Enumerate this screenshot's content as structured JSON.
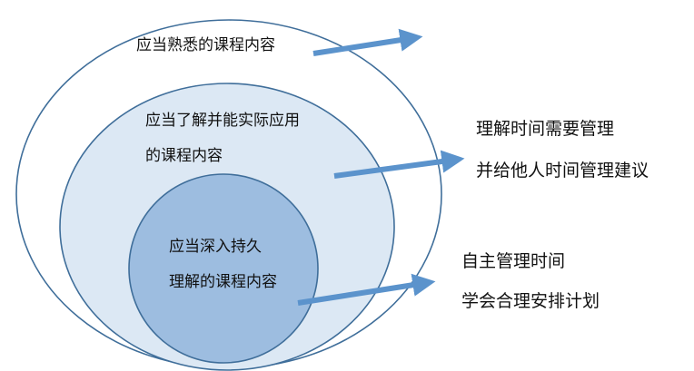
{
  "colors": {
    "outer_fill": "#ffffff",
    "middle_fill": "#dce8f4",
    "inner_fill": "#9dbde0",
    "circle_stroke": "#3f6e9a",
    "arrow": "#5b93cc",
    "text": "#111111"
  },
  "circles": {
    "outer": {
      "label": "应当熟悉的课程内容"
    },
    "middle": {
      "line1": "应当了解并能实际应用",
      "line2": "的课程内容"
    },
    "inner": {
      "line1": "应当深入持久",
      "line2": "理解的课程内容"
    }
  },
  "outcomes": {
    "top": {
      "line1": "理解时间需要管理",
      "line2": "并给他人时间管理建议"
    },
    "bottom": {
      "line1": "自主管理时间",
      "line2": "学会合理安排计划"
    }
  }
}
